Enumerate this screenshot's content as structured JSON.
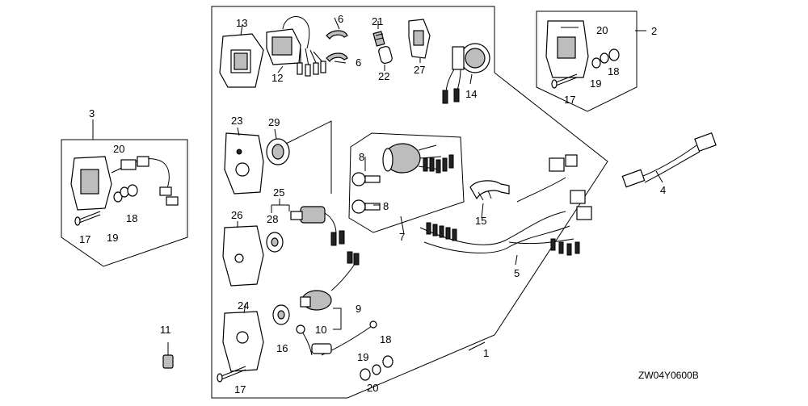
{
  "diagram": {
    "callouts": {
      "c1": "1",
      "c2": "2",
      "c3": "3",
      "c4": "4",
      "c5": "5",
      "c6a": "6",
      "c6b": "6",
      "c7": "7",
      "c8a": "8",
      "c8b": "8",
      "c9": "9",
      "c10": "10",
      "c11": "11",
      "c12": "12",
      "c13": "13",
      "c14": "14",
      "c15": "15",
      "c16": "16",
      "c17a": "17",
      "c17b": "17",
      "c17c": "17",
      "c18a": "18",
      "c18b": "18",
      "c18c": "18",
      "c19a": "19",
      "c19b": "19",
      "c19c": "19",
      "c20a": "20",
      "c20b": "20",
      "c20c": "20",
      "c21": "21",
      "c22": "22",
      "c23": "23",
      "c24": "24",
      "c25": "25",
      "c26": "26",
      "c27": "27",
      "c28": "28",
      "c29": "29"
    },
    "drawing_code": "ZW04Y0600B"
  }
}
